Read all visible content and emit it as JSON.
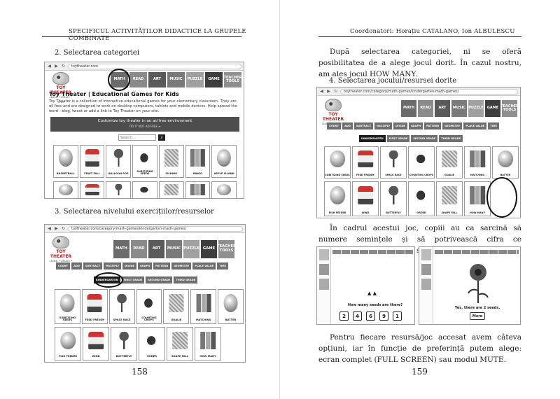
{
  "left": {
    "running_head": "SPECIFICUL ACTIVITĂȚILOR DIDACTICE LA GRUPELE COMBINATE",
    "heading_1": "2. Selectarea categoriei",
    "heading_2": "3. Selectarea nivelului exercițiilor/resurselor",
    "page_number": "158"
  },
  "right": {
    "running_head": "Coordonatori: Horațiu CATALANO, Ion ALBULESCU",
    "para_1": "După selectarea categoriei, ni se oferă posibilitatea de a alege jocul dorit. În cazul nostru, am ales jocul HOW MANY.",
    "heading_1": "4. Selectarea jocului/resursei dorite",
    "para_2": "În cadrul acestui joc, copiii au ca sarcină să numere semințele și să potrivească cifra ce corespunde numărului de semințe.",
    "para_3": "Pentru fiecare resursă/joc accesat avem câteva opțiuni, iar în funcție de preferință putem alege: ecran complet (FULL SCREEN) sau modul MUTE.",
    "page_number": "159"
  },
  "site": {
    "url_home": "toytheater.com",
    "url_kinder": "toytheater.com/category/math-games/kindergarten-math-games/",
    "logo": "TOY THEATER",
    "logo_sub": "LEARN • CREATE • PLAY",
    "nav": [
      {
        "label": "MATH",
        "color": "#6b6b6b"
      },
      {
        "label": "READ",
        "color": "#8a8a8a"
      },
      {
        "label": "ART",
        "color": "#5a5a5a"
      },
      {
        "label": "MUSIC",
        "color": "#7a7a7a"
      },
      {
        "label": "PUZZLE",
        "color": "#a0a0a0"
      },
      {
        "label": "GAME",
        "color": "#3d3d3d"
      },
      {
        "label": "TEACHER TOOLS",
        "color": "#8f8f8f"
      }
    ],
    "home_title": "Toy Theater | Educational Games for Kids",
    "home_desc": "Toy Theater is a collection of interactive educational games for your elementary classroom. They are all free and are designed to work on desktop computers, tablets and mobile devices. Help spread the word - blog, tweet or add a link to Toy Theater on your site.",
    "banner": "Customize toy theater in an ad free environment",
    "banner_sub": "TRY IT NOT AD FREE  ➜",
    "search_placeholder": "Search...",
    "search_icon": "magnifier-icon",
    "home_tiles": [
      "BASKETBALL",
      "FRUIT FALL",
      "BALLOON POP",
      "SUBITIZING SEEDS",
      "FISHING",
      "BINGO",
      "APPLE ISLAND"
    ],
    "subcats": [
      "COUNT",
      "ADD",
      "SUBTRACT",
      "MULTIPLY",
      "DIVIDE",
      "GRAPH",
      "PATTERN",
      "GEOMETRY",
      "PLACE VALUE",
      "TIME"
    ],
    "grades": [
      "KINDERGARTEN",
      "FIRST GRADE",
      "SECOND GRADE",
      "THIRD GRADE"
    ],
    "games_row1": [
      "SUBITIZING SEEDS",
      "FEED FREDDY",
      "SPACE RACE",
      "COUNTING CROPS",
      "GOALIE",
      "MATCHING",
      "BATTER"
    ],
    "games_row2": [
      "FISH FEEDER",
      "WIND",
      "BUTTERFLY",
      "ORDER",
      "SHAPE FALL",
      "HOW MANY"
    ],
    "how_many_question": "How many seeds are there?",
    "choices": [
      "2",
      "4",
      "6",
      "9",
      "1"
    ],
    "answer": "Yes, there are 2 seeds.",
    "more_button": "More"
  }
}
